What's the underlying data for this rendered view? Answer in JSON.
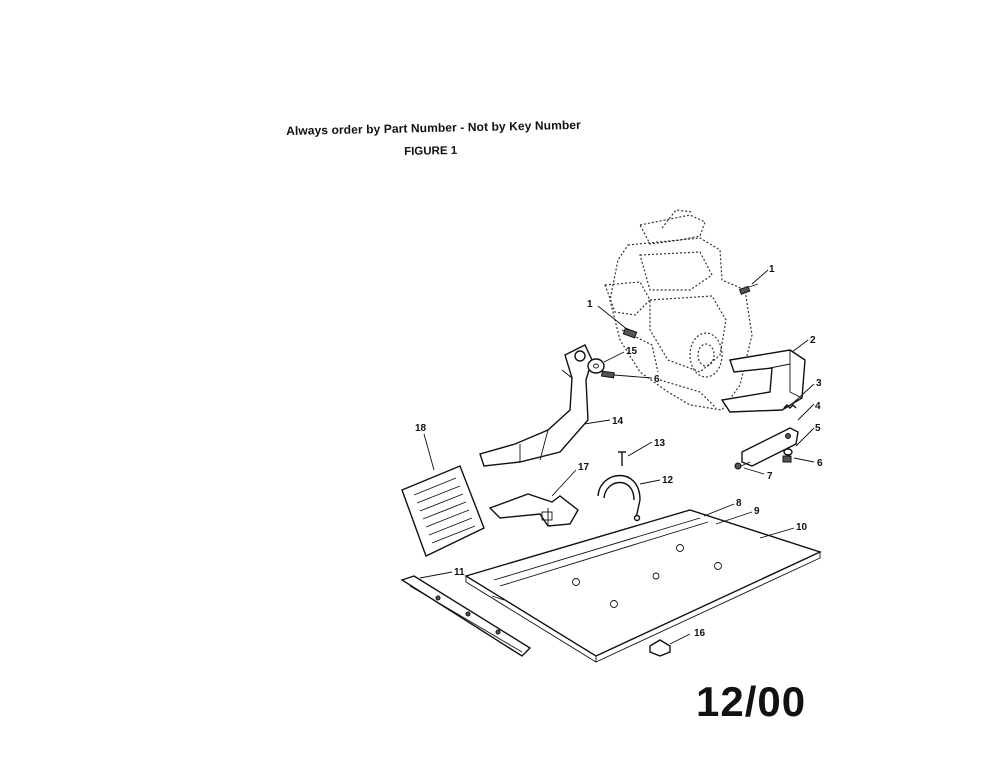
{
  "header": {
    "instruction": "Always order by Part Number - Not by Key Number",
    "figure_title": "FIGURE 1"
  },
  "footer": {
    "date_code": "12/00"
  },
  "callouts": {
    "k1a": "1",
    "k1b": "1",
    "k2": "2",
    "k3": "3",
    "k4": "4",
    "k5": "5",
    "k6a": "6",
    "k6b": "6",
    "k7": "7",
    "k8": "8",
    "k9": "9",
    "k10": "10",
    "k11": "11",
    "k12": "12",
    "k13": "13",
    "k14": "14",
    "k15": "15",
    "k16": "16",
    "k17": "17",
    "k18": "18"
  }
}
